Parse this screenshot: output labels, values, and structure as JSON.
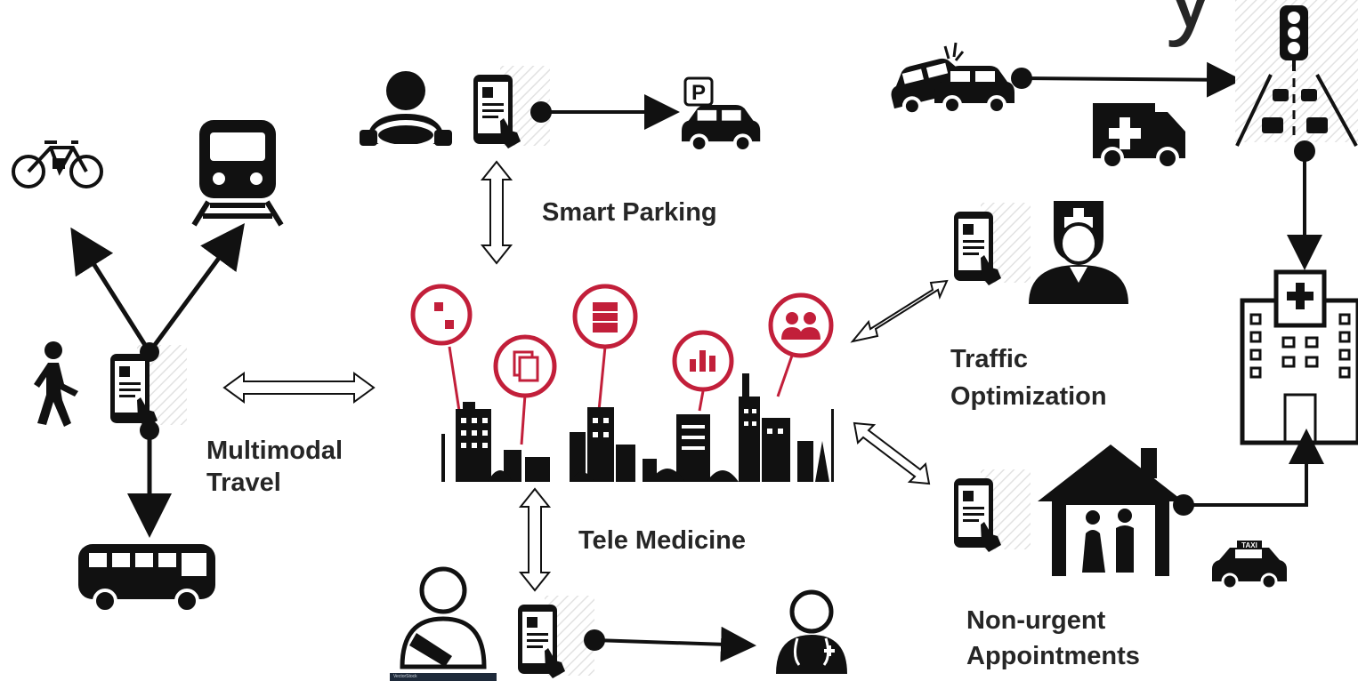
{
  "heading_fragment": "y",
  "labels": {
    "smart_parking": "Smart Parking",
    "multimodal_line1": "Multimodal",
    "multimodal_line2": "Travel",
    "tele_medicine": "Tele Medicine",
    "traffic_line1": "Traffic",
    "traffic_line2": "Optimization",
    "nonurgent_line1": "Non-urgent",
    "nonurgent_line2": "Appointments"
  },
  "glyphs": {
    "parking": "P",
    "taxi": "TAXI"
  },
  "stock_watermark": "VectorStock",
  "colors": {
    "icon": "#111111",
    "accent_red": "#c21f3a",
    "text": "#262626"
  },
  "icons": [
    "bicycle-icon",
    "train-icon",
    "pedestrian-icon",
    "smartphone-icon",
    "bus-icon",
    "driver-icon",
    "parking-icon",
    "car-icon",
    "smart-city-icon",
    "car-crash-icon",
    "ambulance-icon",
    "traffic-light-icon",
    "hospital-icon",
    "nurse-icon",
    "house-elderly-icon",
    "taxi-icon",
    "injured-patient-icon",
    "doctor-icon"
  ]
}
